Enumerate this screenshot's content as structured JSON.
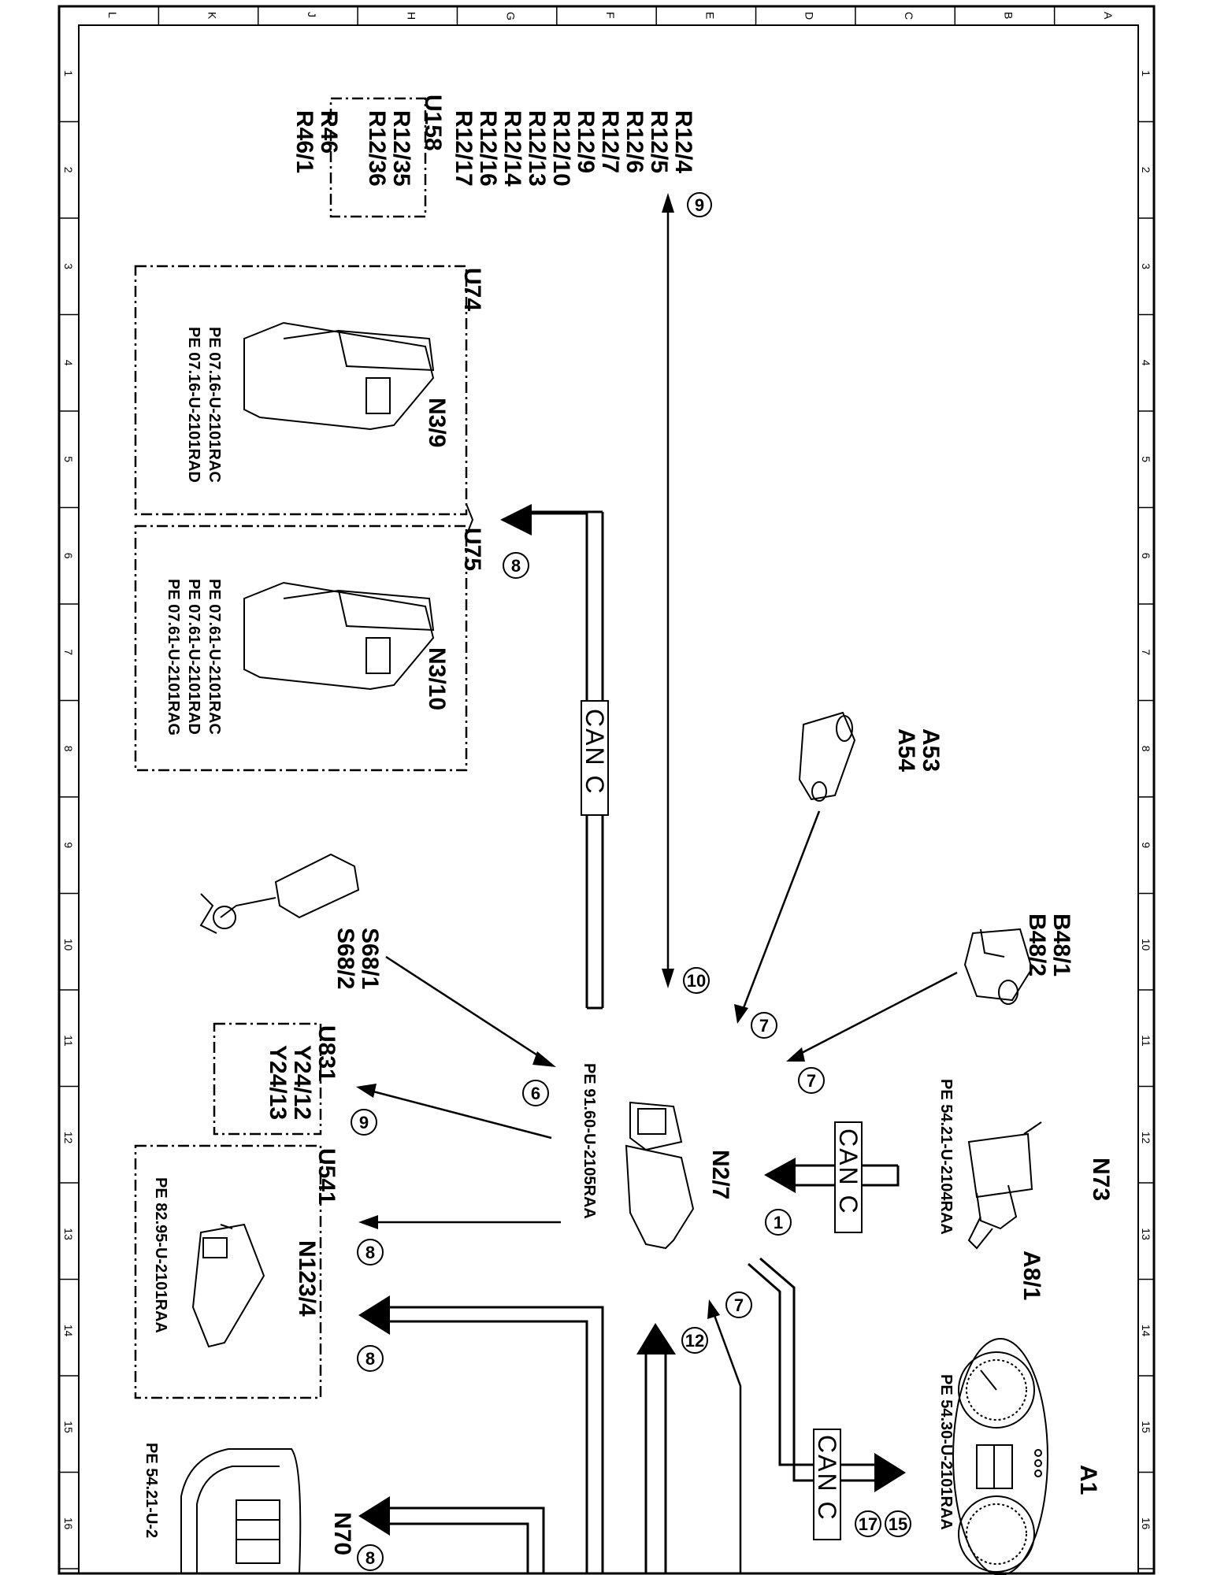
{
  "grid": {
    "rows": [
      "A",
      "B",
      "C",
      "D",
      "E",
      "F",
      "G",
      "H",
      "J",
      "K",
      "L"
    ],
    "cols": [
      "1",
      "2",
      "3",
      "4",
      "5",
      "6",
      "7",
      "8",
      "9",
      "10",
      "11",
      "12",
      "13",
      "14",
      "15",
      "16"
    ]
  },
  "labels": {
    "r12_group": [
      "R12/4",
      "R12/5",
      "R12/6",
      "R12/7",
      "R12/9",
      "R12/10",
      "R12/13",
      "R12/14",
      "R12/16",
      "R12/17"
    ],
    "u158": "U158",
    "u158_items": [
      "R12/35",
      "R12/36"
    ],
    "r46_group": [
      "R46",
      "R46/1"
    ],
    "u74": "U74",
    "n3_9": "N3/9",
    "u74_refs": [
      "PE  07.16-U-2101RAC",
      "PE  07.16-U-2101RAD"
    ],
    "u75": "U75",
    "n3_10": "N3/10",
    "u75_refs": [
      "PE  07.61-U-2101RAC",
      "PE  07.61-U-2101RAD",
      "PE  07.61-U-2101RAG"
    ],
    "can_top": "CAN C",
    "can_right": "CAN C",
    "can_bottom": "CAN C",
    "a53_group": [
      "A53",
      "A54"
    ],
    "b48_group": [
      "B48/1",
      "B48/2"
    ],
    "s68_group": [
      "S68/1",
      "S68/2"
    ],
    "u831": "U831",
    "u831_items": [
      "Y24/12",
      "Y24/13"
    ],
    "n2_7": "N2/7",
    "n2_7_ref": "PE  91.60-U-2105RAA",
    "n73": "N73",
    "a8_1": "A8/1",
    "n73_ref": "PE  54.21-U-2104RAA",
    "u541": "U541",
    "n123_4": "N123/4",
    "u541_ref": "PE  82.95-U-2101RAA",
    "n70": "N70",
    "n70_ref": "PE  54.21-U-2",
    "a1": "A1",
    "a1_ref": "PE  54.30-U-2101RAA"
  },
  "connection_numbers": {
    "n9_top": "9",
    "n10": "10",
    "n8_u74": "8",
    "n7_a53": "7",
    "n7_b48": "7",
    "n6": "6",
    "n9_u831": "9",
    "n1": "1",
    "n8_u541": "8",
    "n8_u541b": "8",
    "n7_bottom": "7",
    "n12": "12",
    "n15": "15",
    "n17": "17",
    "n8_n70": "8"
  }
}
